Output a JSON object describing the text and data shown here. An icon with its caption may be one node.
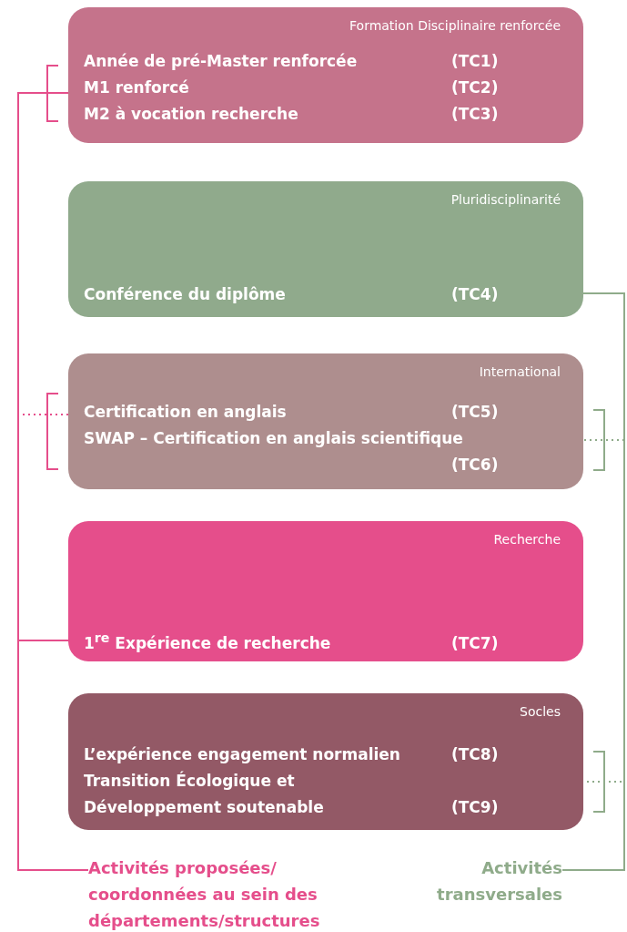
{
  "diagram": {
    "nodes": [
      {
        "text": [
          "Formation Disciplinaire renforcée",
          "Année de pré-Master renforcée",
          "(TC1)",
          "M1 renforcé",
          "(TC2)",
          "M2 à vocation recherche",
          "(TC3)"
        ]
      },
      {
        "text": [
          "Pluridisciplinarité",
          "Conférence du diplôme",
          "(TC4)"
        ]
      },
      {
        "text": [
          "International",
          "Certification en anglais",
          "(TC5)",
          "SWAP – Certification en anglais scientifique",
          "(TC6)"
        ]
      },
      {
        "text": [
          "Recherche",
          "1$^{re}$ Expérience de recherche",
          "(TC7)"
        ]
      },
      {
        "text": [
          "Socles",
          "L’expérience engagement normalien",
          "(TC8)",
          "Transition Écologique et Développement soutenable",
          "(TC9)"
        ]
      },
      {
        "text": [
          "Activités proposées/ coordonnées au sein des départements/structures"
        ]
      },
      {
        "text": [
          "Activités transversales"
        ]
      }
    ],
    "edges": [
      {
        "from": 5,
        "to": 0,
        "arrow": "none"
      },
      {
        "from": 5,
        "to": 2,
        "arrow": "none",
        "style": "dashed"
      },
      {
        "from": 5,
        "to": 3,
        "arrow": "none"
      },
      {
        "from": 6,
        "to": 1,
        "arrow": "none",
        "color": "#8fab8a"
      },
      {
        "from": 6,
        "to": 2,
        "arrow": "none",
        "style": "dashed",
        "color": "#8fab8a"
      },
      {
        "from": 6,
        "to": 4,
        "arrow": "none",
        "style": "dashed",
        "color": "#8fab8a"
      }
    ]
  }
}
